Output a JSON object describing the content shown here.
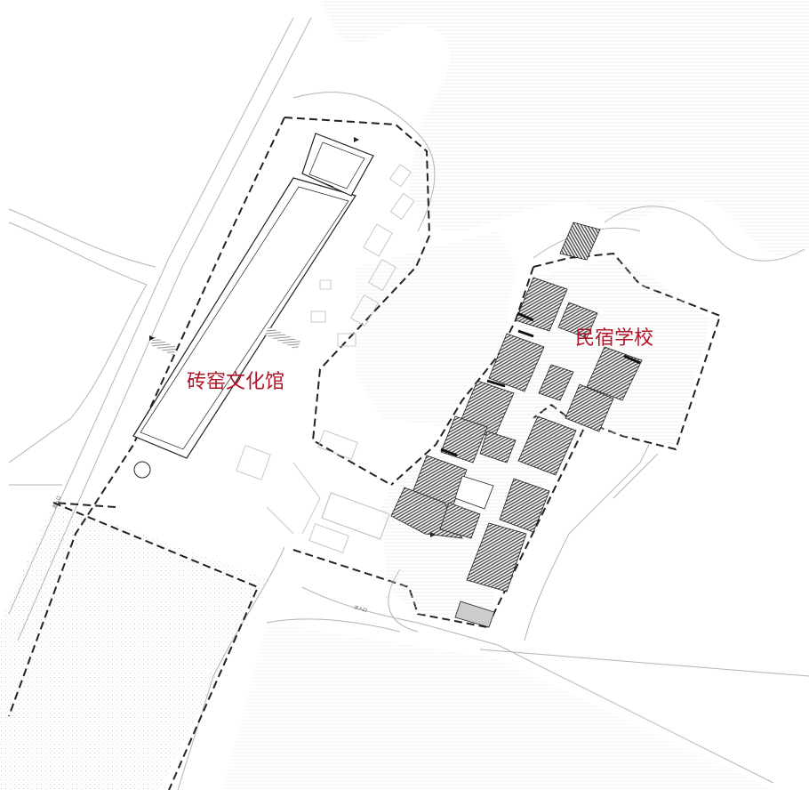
{
  "labels": {
    "brick_kiln_museum": "砖窑文化馆",
    "homestay_school": "民宿学校",
    "entrance_west": "主入口",
    "entrance_south": "次入口"
  },
  "colors": {
    "label_red": "#b0162a",
    "boundary": "#222222",
    "road_line": "#aaaaaa",
    "roof_dark": "#4a4a4a",
    "hatch_light": "#e2e2e2"
  }
}
